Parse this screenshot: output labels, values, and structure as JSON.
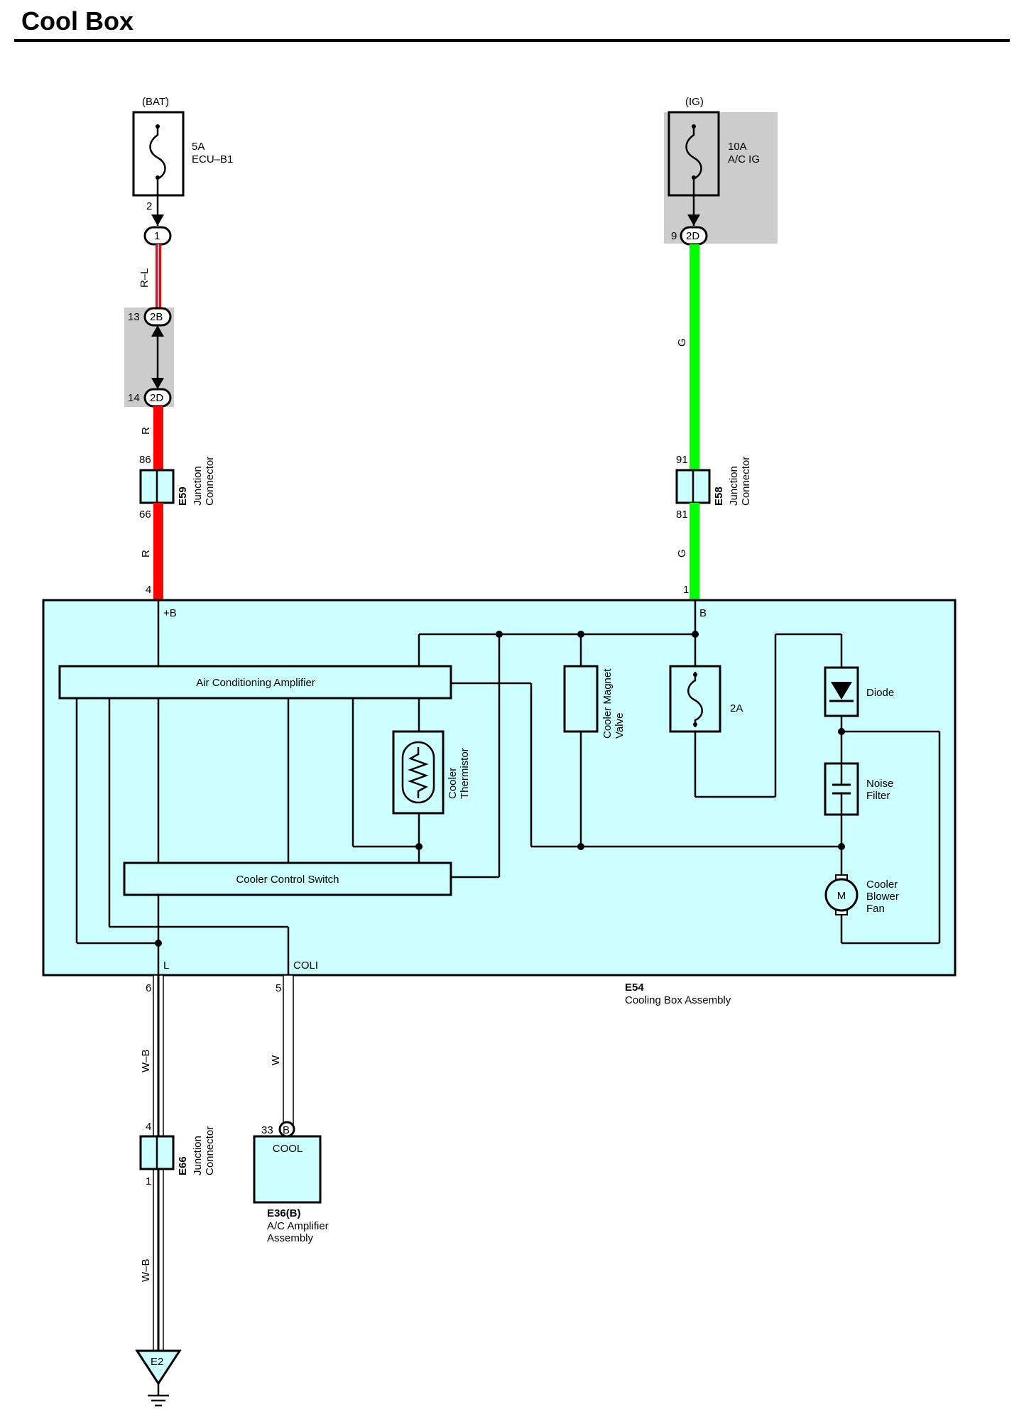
{
  "title": "Cool Box",
  "colors": {
    "assembly_fill": "#ccffff",
    "wire_red": "#ff0000",
    "wire_green": "#00ff00",
    "shade": "#cccccc"
  },
  "fuses": {
    "bat": {
      "source": "(BAT)",
      "rating": "5A",
      "name": "ECU–B1",
      "pin": "2"
    },
    "ig": {
      "source": "(IG)",
      "rating": "10A",
      "name": "A/C IG"
    }
  },
  "connectors": {
    "c1": {
      "label": "1"
    },
    "c2b": {
      "label": "2B",
      "pin": "13"
    },
    "c2d_left": {
      "label": "2D",
      "pin": "14"
    },
    "c2d_right": {
      "label": "2D",
      "pin": "9"
    },
    "b33": {
      "label": "B",
      "pin": "33"
    }
  },
  "wire_colors": {
    "rl": "R–L",
    "r1": "R",
    "r2": "R",
    "g1": "G",
    "g2": "G",
    "w": "W",
    "wb1": "W–B",
    "wb2": "W–B"
  },
  "junctions": {
    "e59": {
      "id": "E59",
      "name_line1": "Junction",
      "name_line2": "Connector",
      "pin_top": "86",
      "pin_bottom": "66"
    },
    "e58": {
      "id": "E58",
      "name_line1": "Junction",
      "name_line2": "Connector",
      "pin_top": "91",
      "pin_bottom": "81"
    },
    "e66": {
      "id": "E66",
      "name_line1": "Junction",
      "name_line2": "Connector",
      "pin_top": "4",
      "pin_bottom": "1"
    }
  },
  "assembly": {
    "id": "E54",
    "name": "Cooling Box Assembly",
    "pins": {
      "plus_b": {
        "num": "4",
        "name": "+B"
      },
      "b": {
        "num": "1",
        "name": "B"
      },
      "l": {
        "num": "6",
        "name": "L"
      },
      "coli": {
        "num": "5",
        "name": "COLI"
      }
    },
    "components": {
      "amplifier": "Air Conditioning Amplifier",
      "control_switch": "Cooler Control Switch",
      "thermistor_line1": "Cooler",
      "thermistor_line2": "Thermistor",
      "valve_line1": "Cooler Magnet",
      "valve_line2": "Valve",
      "fuse_2a": "2A",
      "diode": "Diode",
      "noise_line1": "Noise",
      "noise_line2": "Filter",
      "fan_line1": "Cooler",
      "fan_line2": "Blower",
      "fan_line3": "Fan",
      "motor_symbol": "M"
    }
  },
  "ac_amplifier": {
    "id": "E36(B)",
    "terminal": "COOL",
    "name_line1": "A/C Amplifier",
    "name_line2": "Assembly"
  },
  "ground": {
    "label": "E2"
  }
}
